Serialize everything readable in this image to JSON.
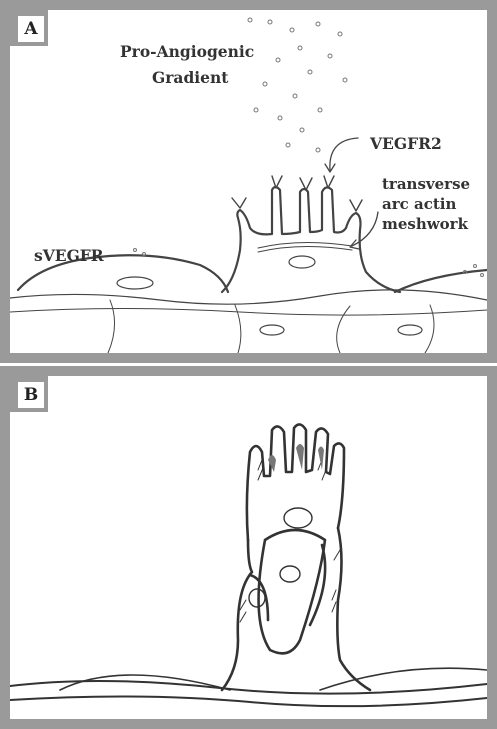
{
  "panels": [
    {
      "tag": "A"
    },
    {
      "tag": "B"
    }
  ],
  "labels": {
    "gradient_line1": "Pro-Angiogenic",
    "gradient_line2": "Gradient",
    "vegfr2": "VEGFR2",
    "svegfr": "sVEGFR",
    "actin_line1": "transverse",
    "actin_line2": "arc actin",
    "actin_line3": "meshwork"
  },
  "colors": {
    "frame": "#9a9a9a",
    "ink": "#333333"
  }
}
